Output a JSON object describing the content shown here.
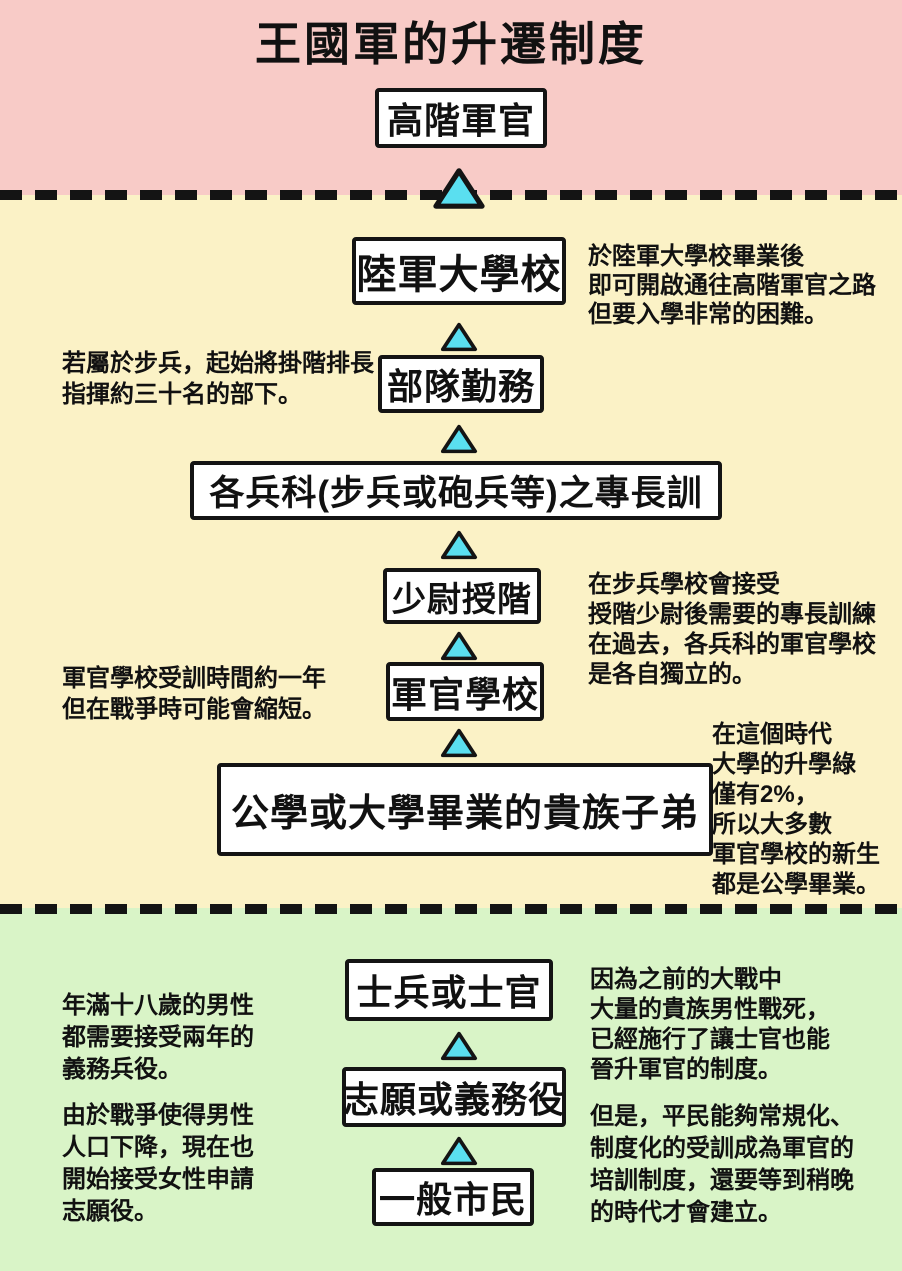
{
  "title": "王國軍的升遷制度",
  "colors": {
    "top_band": "#f8cbc7",
    "middle_band": "#fbf2c6",
    "bottom_band": "#d9f4c7",
    "arrow": "#5adff0",
    "box_fill": "#ffffff",
    "line": "#141414"
  },
  "nodes": [
    {
      "id": "high-officer",
      "label": "高階軍官"
    },
    {
      "id": "army-university",
      "label": "陸軍大學校"
    },
    {
      "id": "troop-duty",
      "label": "部隊勤務"
    },
    {
      "id": "branch-training",
      "label": "各兵科(步兵或砲兵等)之專長訓"
    },
    {
      "id": "second-lieutenant",
      "label": "少尉授階"
    },
    {
      "id": "officer-school",
      "label": "軍官學校"
    },
    {
      "id": "noble-graduates",
      "label": "公學或大學畢業的貴族子弟"
    },
    {
      "id": "soldier-nco",
      "label": "士兵或士官"
    },
    {
      "id": "volunteer-conscript",
      "label": "志願或義務役"
    },
    {
      "id": "citizen",
      "label": "一般市民"
    }
  ],
  "annotations": [
    {
      "id": "army-university-note",
      "side": "right",
      "lines": [
        "於陸軍大學校畢業後",
        "即可開啟通往高階軍官之路",
        "但要入學非常的困難。"
      ]
    },
    {
      "id": "platoon-leader-note",
      "side": "left",
      "lines": [
        "若屬於步兵，起始將掛階排長",
        "指揮約三十名的部下。"
      ]
    },
    {
      "id": "infantry-school-note",
      "side": "right",
      "lines": [
        "在步兵學校會接受",
        "授階少尉後需要的專長訓練",
        "在過去，各兵科的軍官學校",
        "是各自獨立的。"
      ]
    },
    {
      "id": "officer-school-note",
      "side": "left",
      "lines": [
        "軍官學校受訓時間約一年",
        "但在戰爭時可能會縮短。"
      ]
    },
    {
      "id": "university-rate-note",
      "side": "right",
      "lines": [
        "在這個時代",
        "大學的升學綠",
        "僅有2%，",
        "所以大多數",
        "軍官學校的新生",
        "都是公學畢業。"
      ]
    },
    {
      "id": "conscription-note",
      "side": "left",
      "lines": [
        "年滿十八歲的男性",
        "都需要接受兩年的",
        "義務兵役。"
      ]
    },
    {
      "id": "nco-promotion-note",
      "side": "right",
      "lines": [
        "因為之前的大戰中",
        "大量的貴族男性戰死，",
        "已經施行了讓士官也能",
        "晉升軍官的制度。"
      ]
    },
    {
      "id": "female-volunteer-note",
      "side": "left",
      "lines": [
        "由於戰爭使得男性",
        "人口下降，現在也",
        "開始接受女性申請",
        "志願役。"
      ]
    },
    {
      "id": "commoner-officer-note",
      "side": "right",
      "lines": [
        "但是，平民能夠常規化、",
        "制度化的受訓成為軍官的",
        "培訓制度，還要等到稍晚",
        "的時代才會建立。"
      ]
    }
  ]
}
